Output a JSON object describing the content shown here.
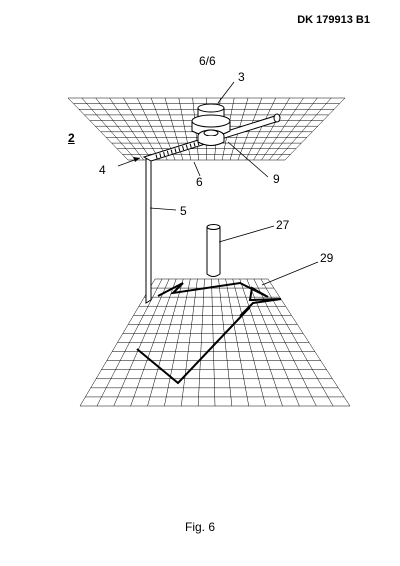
{
  "header": {
    "patent_id": "DK 179913 B1",
    "sheet": "6/6"
  },
  "caption": "Fig. 6",
  "labels": {
    "view": "2",
    "motor": "3",
    "arm_joint": "4",
    "pole": "5",
    "arm": "6",
    "hub": "9",
    "cylinder": "27",
    "path": "29"
  },
  "colors": {
    "line": "#000000",
    "background": "#ffffff"
  }
}
